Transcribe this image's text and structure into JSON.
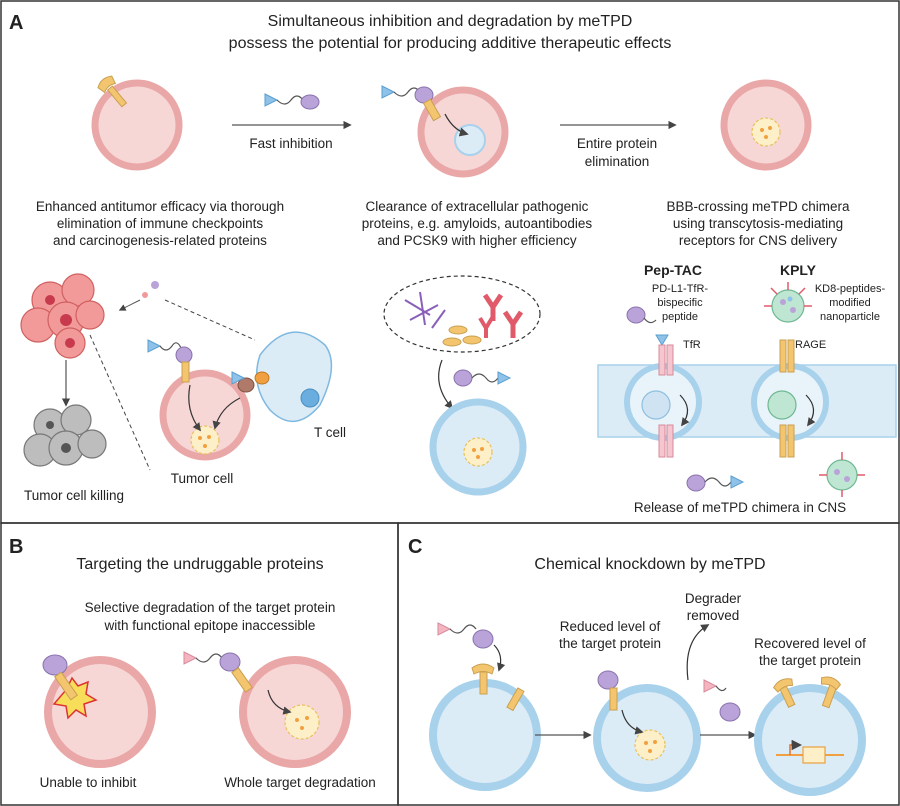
{
  "panel_a": {
    "letter": "A",
    "title_line1": "Simultaneous inhibition and degradation by meTPD",
    "title_line2": "possess the potential for producing additive therapeutic effects",
    "arrow1_label": "Fast inhibition",
    "arrow2_label_line1": "Entire protein",
    "arrow2_label_line2": "elimination",
    "col1_line1": "Enhanced antitumor efficacy via thorough",
    "col1_line2": "elimination of immune checkpoints",
    "col1_line3": "and carcinogenesis-related proteins",
    "col2_line1": "Clearance of extracellular pathogenic",
    "col2_line2": "proteins, e.g. amyloids, autoantibodies",
    "col2_line3": "and PCSK9 with higher efficiency",
    "col3_line1": "BBB-crossing meTPD chimera",
    "col3_line2": "using transcytosis-mediating",
    "col3_line3": "receptors for CNS delivery",
    "pep_tac": "Pep-TAC",
    "kply": "KPLY",
    "pep_desc_line1": "PD-L1-TfR-",
    "pep_desc_line2": "bispecific",
    "pep_desc_line3": "peptide",
    "kply_desc_line1": "KD8-peptides-",
    "kply_desc_line2": "modified",
    "kply_desc_line3": "nanoparticle",
    "tfr": "TfR",
    "rage": "RAGE",
    "tumor_cell_killing": "Tumor cell killing",
    "tumor_cell": "Tumor cell",
    "t_cell": "T cell",
    "release_label": "Release of meTPD chimera in CNS"
  },
  "panel_b": {
    "letter": "B",
    "title": "Targeting the undruggable proteins",
    "desc_line1": "Selective degradation of the target protein",
    "desc_line2": "with functional epitope inaccessible",
    "label_left": "Unable to inhibit",
    "label_right": "Whole target degradation"
  },
  "panel_c": {
    "letter": "C",
    "title": "Chemical knockdown by meTPD",
    "reduced_line1": "Reduced level of",
    "reduced_line2": "the target protein",
    "degrader_line1": "Degrader",
    "degrader_line2": "removed",
    "recovered_line1": "Recovered level of",
    "recovered_line2": "the target protein"
  },
  "colors": {
    "pink_fill": "#f7d6d6",
    "pink_stroke": "#eaa7a7",
    "blue_fill": "#dcecf7",
    "blue_stroke": "#a8d1ec",
    "receptor": "#f3c56f",
    "ligand_purple": "#b9a3d8",
    "ligand_blue": "#8fc2e8",
    "lysosome": "#fdf0c8"
  }
}
